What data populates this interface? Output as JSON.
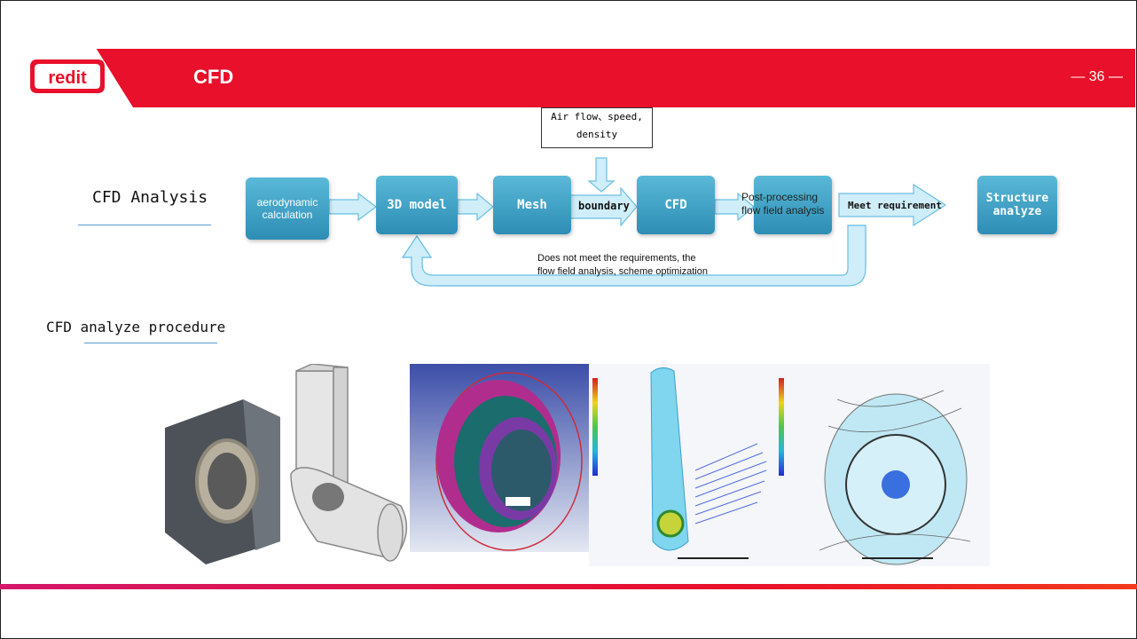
{
  "header": {
    "title": "CFD",
    "page_number": "— 36 —",
    "logo_text": "redit"
  },
  "flow": {
    "section_label": "CFD Analysis",
    "input_note_line1": "Air flow、speed,",
    "input_note_line2": "density",
    "steps": [
      "aerodynamic calculation",
      "3D model",
      "Mesh",
      "boundary",
      "CFD",
      "Post-processing flow field analysis",
      "Meet requirement",
      "Structure analyze"
    ],
    "feedback_line1": "Does not meet the requirements, the",
    "feedback_line2": "flow field analysis, scheme optimization"
  },
  "procedure_label": "CFD analyze procedure",
  "colors": {
    "brand_red": "#e8102a",
    "box_blue": "#2d8db4",
    "arrow_fill": "#cfeefa",
    "arrow_stroke": "#6bbfe2"
  }
}
